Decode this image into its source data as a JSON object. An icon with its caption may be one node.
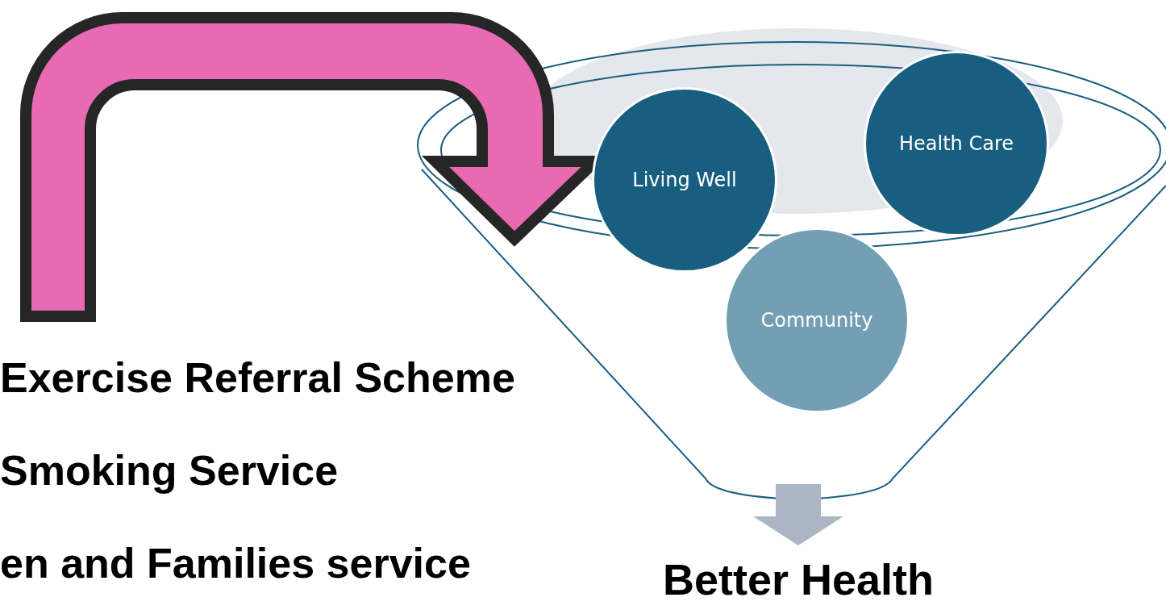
{
  "diagram": {
    "nodes": [
      {
        "text": [],
        "shape": "funnel"
      },
      {
        "text": [
          "Living Well"
        ],
        "in": 0
      },
      {
        "text": [
          "Health Care"
        ],
        "in": 0
      },
      {
        "text": [
          "Community"
        ],
        "in": 0
      },
      {
        "text": [
          "Exercise Referral Scheme",
          "Smoking Service",
          "en and Families service"
        ]
      },
      {
        "text": [
          "Better Health"
        ]
      }
    ],
    "edges": [
      {
        "from": 4,
        "to": 0,
        "arrow": "to",
        "style": "thick",
        "color": "#e86ab3"
      },
      {
        "from": 0,
        "to": 5,
        "arrow": "to",
        "style": "thick"
      }
    ]
  }
}
